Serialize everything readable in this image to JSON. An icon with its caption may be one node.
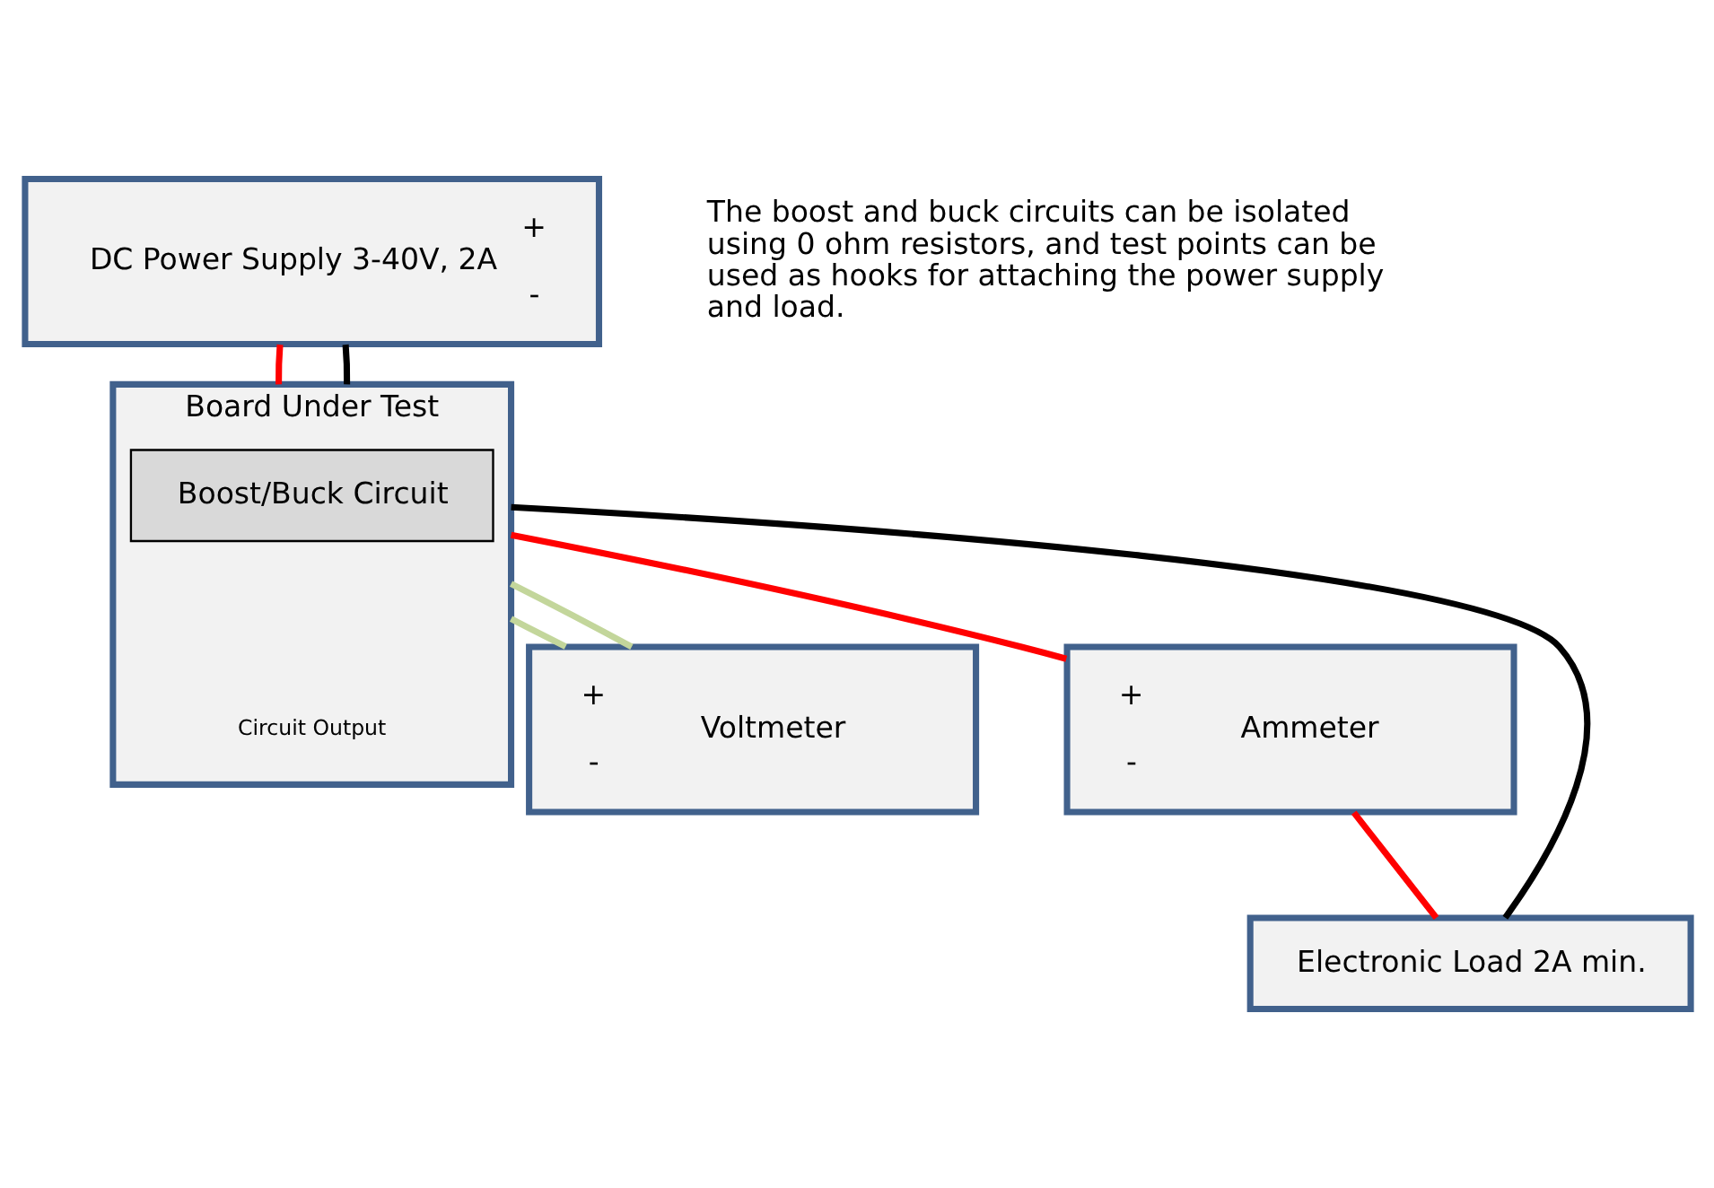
{
  "diagram": {
    "nodes": [
      {
        "text": [
          "DC Power Supply 3-40V, 2A",
          "+",
          "-"
        ]
      },
      {
        "text": [
          "Board Under Test",
          "Circuit Output"
        ]
      },
      {
        "text": [
          "Boost/Buck Circuit"
        ],
        "in": 1
      },
      {
        "text": [
          "Voltmeter",
          "+",
          "-"
        ]
      },
      {
        "text": [
          "Ammeter",
          "+",
          "-"
        ]
      },
      {
        "text": [
          "Electronic Load 2A min."
        ]
      }
    ],
    "edges": [
      {
        "from": 0,
        "to": 1,
        "arrow": "none",
        "color": "#ff0000"
      },
      {
        "from": 0,
        "to": 1,
        "arrow": "none",
        "color": "#000000"
      },
      {
        "from": 1,
        "to": 3,
        "arrow": "none",
        "color": "#c3d69b"
      },
      {
        "from": 1,
        "to": 3,
        "arrow": "none",
        "color": "#c3d69b"
      },
      {
        "from": 1,
        "to": 4,
        "arrow": "none",
        "color": "#ff0000"
      },
      {
        "from": 4,
        "to": 5,
        "arrow": "none",
        "color": "#ff0000"
      },
      {
        "from": 1,
        "to": 5,
        "arrow": "none",
        "color": "#000000"
      }
    ],
    "labels": [
      "The boost and buck circuits can be isolated using 0 ohm resistors, and test points can be used as hooks for attaching the power supply and load."
    ]
  }
}
